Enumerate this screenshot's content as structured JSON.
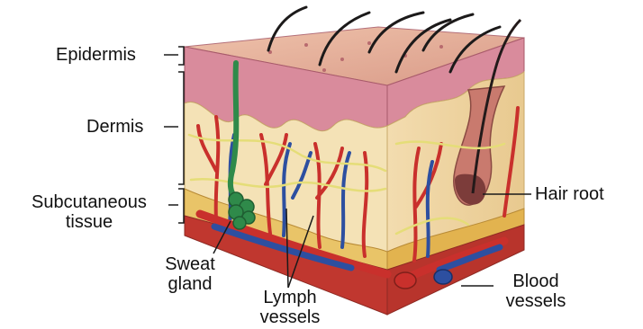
{
  "labels": {
    "epidermis": "Epidermis",
    "dermis": "Dermis",
    "subcutaneous_line1": "Subcutaneous",
    "subcutaneous_line2": "tissue",
    "sweat_gland_line1": "Sweat",
    "sweat_gland_line2": "gland",
    "lymph_vessels_line1": "Lymph",
    "lymph_vessels_line2": "vessels",
    "blood_vessels_line1": "Blood",
    "blood_vessels_line2": "vessels",
    "hair_root": "Hair root"
  },
  "colors": {
    "epidermis_surface": "#e8b49a",
    "epidermis_pink": "#d9899a",
    "dermis_fill": "#f3e1b4",
    "subcutaneous_fill": "#e9c66a",
    "fat_band": "#d9a441",
    "muscle_red": "#c2352c",
    "artery_red": "#c9302c",
    "vein_blue": "#2d4fa0",
    "lymph_green": "#2f8a4a",
    "nerve_yellow": "#e7e07a",
    "hair_black": "#1c1a1a",
    "side_face": "#f0d7a8",
    "outline": "#5a3a2a"
  }
}
